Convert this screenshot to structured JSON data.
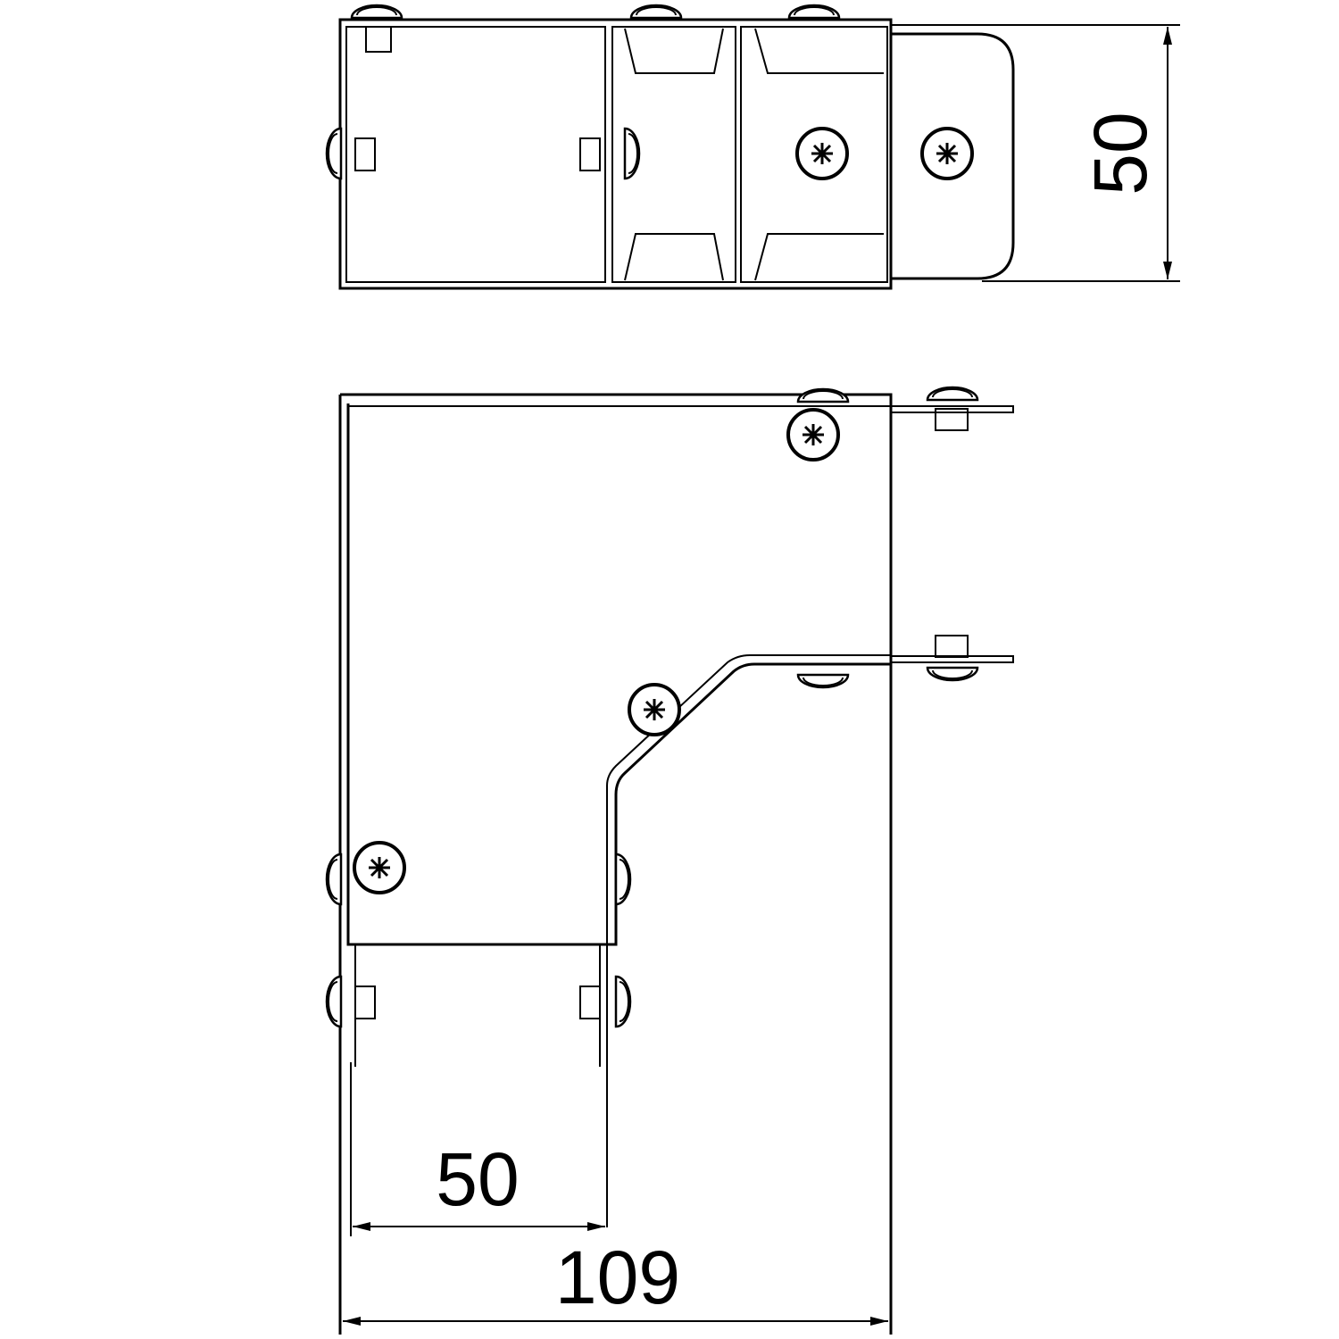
{
  "drawing": {
    "dimensions": {
      "top_height": "50",
      "inner_width": "50",
      "total_width": "109"
    },
    "colors": {
      "stroke": "#000000",
      "background": "#ffffff"
    }
  }
}
